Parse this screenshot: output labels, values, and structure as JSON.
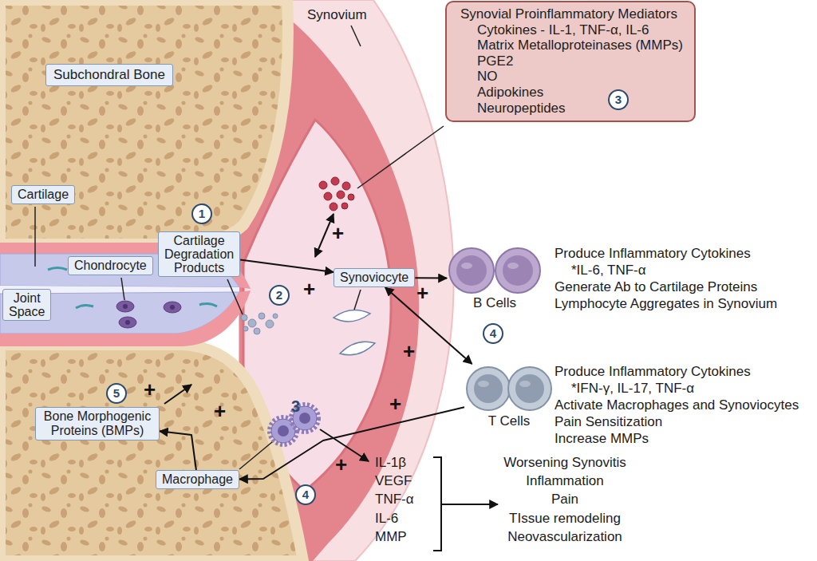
{
  "diagram": {
    "nodes": [
      {
        "text": [
          "Subchondral Bone"
        ]
      },
      {
        "text": [
          "Synovial Proinflammatory Mediators",
          "Cytokines - IL-1, TNF-α, IL-6",
          "Matrix Metalloproteinases (MMPs)",
          "PGE2",
          "NO",
          "Adipokines",
          "Neuropeptides"
        ]
      },
      {
        "text": [
          "Cartilage"
        ]
      },
      {
        "text": [
          "Cartilage Degradation Products"
        ]
      },
      {
        "text": [
          "Chondrocyte"
        ]
      },
      {
        "text": [
          "Synoviocyte"
        ]
      },
      {
        "text": [
          "Joint Space"
        ]
      },
      {
        "text": [
          "B Cells"
        ]
      },
      {
        "text": [
          "T Cells"
        ]
      },
      {
        "text": [
          "Bone Morphogenic Proteins (BMPs)"
        ]
      },
      {
        "text": [
          "Macrophage"
        ]
      }
    ],
    "edges": [
      {
        "from": 3,
        "to": 5,
        "arrow": "to"
      },
      {
        "from": 5,
        "to": 7,
        "arrow": "to"
      },
      {
        "from": 5,
        "to": 8,
        "arrow": "both"
      },
      {
        "from": 8,
        "to": 10,
        "arrow": "to"
      },
      {
        "from": 10,
        "to": 9,
        "arrow": "to"
      }
    ],
    "labels": [
      "Synovium",
      "1",
      "2",
      "3",
      "3",
      "4",
      "4",
      "5",
      "+",
      "+",
      "+",
      "+",
      "+",
      "+",
      "+",
      "+",
      "Produce Inflammatory Cytokines",
      "*IL-6, TNF-α",
      "Generate Ab to Cartilage Proteins",
      "Lymphocyte Aggregates in Synovium",
      "Produce Inflammatory Cytokines",
      "*IFN-γ, IL-17, TNF-α",
      "Activate Macrophages and Synoviocytes",
      "Pain Sensitization",
      "Increase MMPs",
      "IL-1β",
      "VEGF",
      "TNF-α",
      "IL-6",
      "MMP",
      "Worsening Synovitis",
      "Inflammation",
      "Pain",
      "TIssue remodeling",
      "Neovascularization"
    ]
  }
}
